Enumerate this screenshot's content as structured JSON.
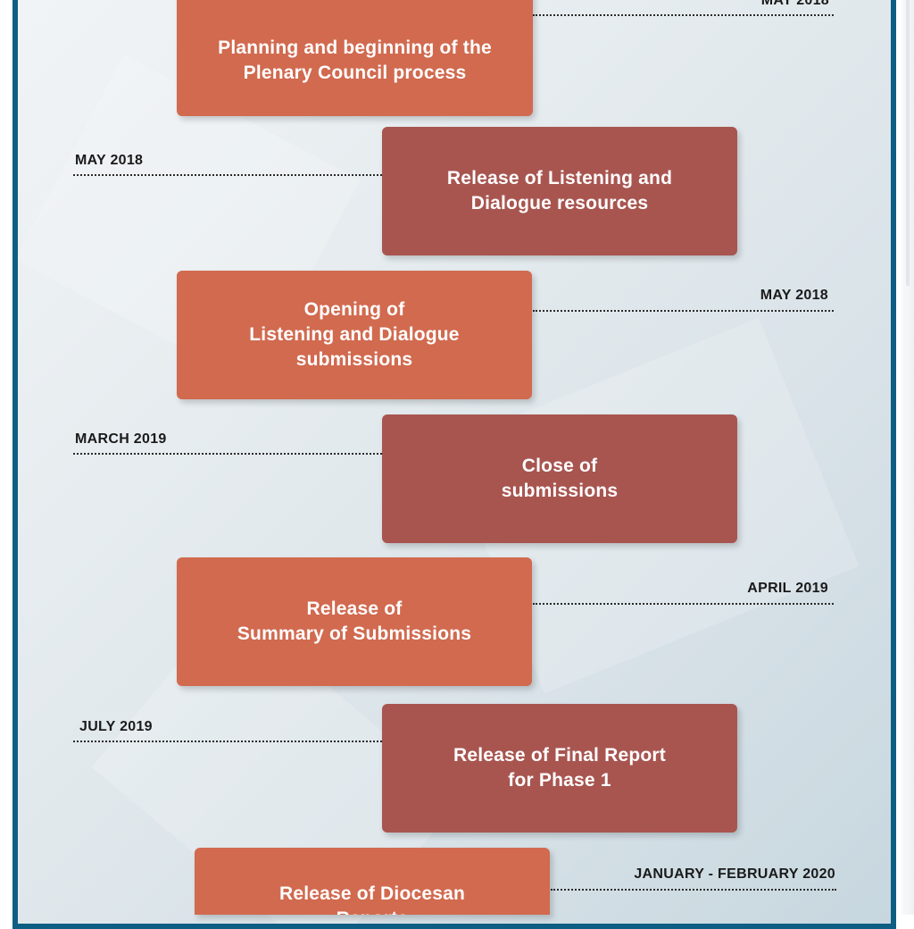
{
  "colors": {
    "frame_border": "#0e5e83",
    "box_light": "#d16a4f",
    "box_dark": "#a85550",
    "date_text": "#1a1a1a"
  },
  "events": [
    {
      "date": "MAY 2018",
      "label": "Planning and beginning of the\nPlenary Council process"
    },
    {
      "date": "MAY 2018",
      "label": "Release of Listening and\nDialogue resources"
    },
    {
      "date": "MAY 2018",
      "label": "Opening of\nListening and Dialogue\nsubmissions"
    },
    {
      "date": "MARCH 2019",
      "label": "Close of\nsubmissions"
    },
    {
      "date": "APRIL 2019",
      "label": "Release of\nSummary of Submissions"
    },
    {
      "date": "JULY 2019",
      "label": "Release of Final Report\nfor Phase 1"
    },
    {
      "date": "JANUARY - FEBRUARY 2020",
      "label": "Release of Diocesan\nReports"
    }
  ]
}
